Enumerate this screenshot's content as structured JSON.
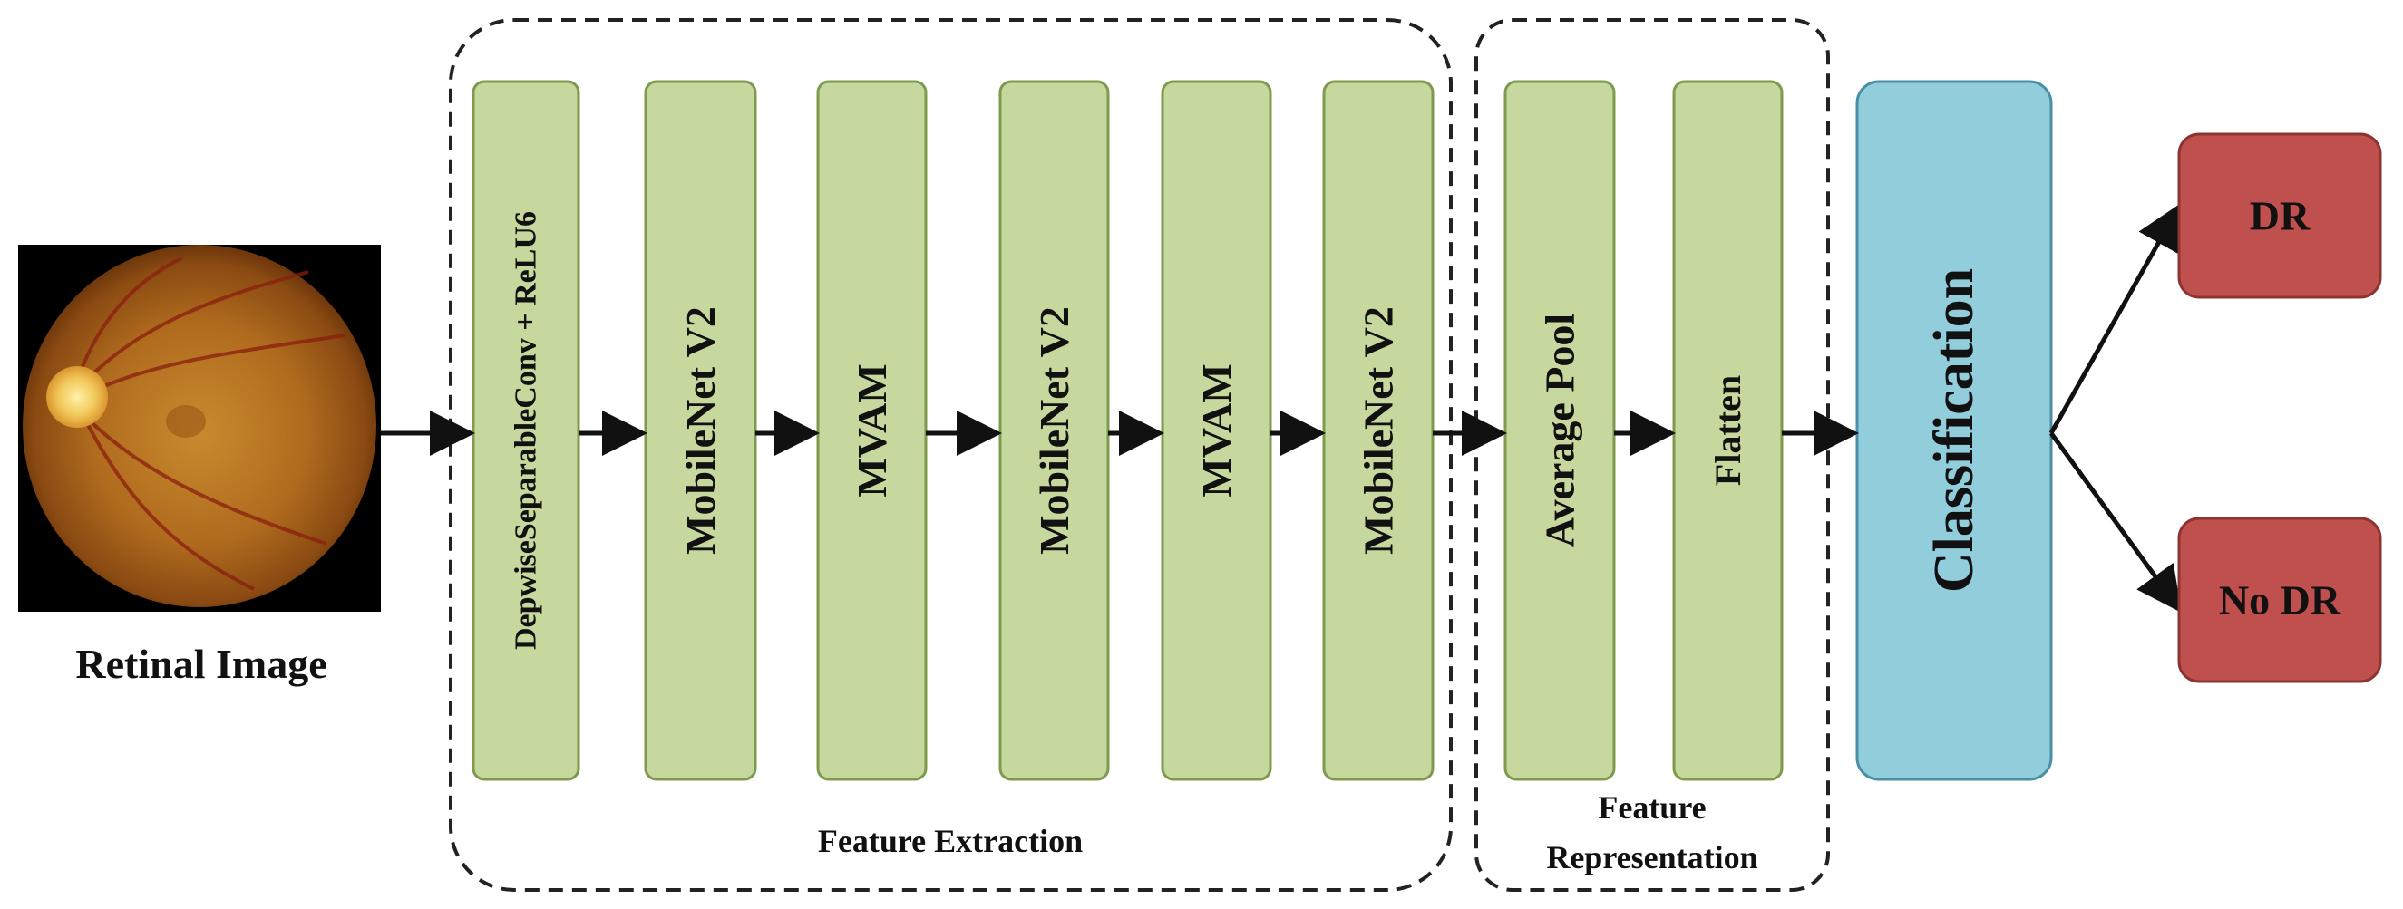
{
  "input": {
    "label": "Retinal Image"
  },
  "groups": {
    "feature_extraction": "Feature Extraction",
    "feature_representation_line1": "Feature",
    "feature_representation_line2": "Representation"
  },
  "blocks": [
    {
      "id": "dsconv",
      "label": "DepwiseSeparableConv + ReLU6"
    },
    {
      "id": "mobilenet-1",
      "label": "MobileNet V2"
    },
    {
      "id": "mvam-1",
      "label": "MVAM"
    },
    {
      "id": "mobilenet-2",
      "label": "MobileNet V2"
    },
    {
      "id": "mvam-2",
      "label": "MVAM"
    },
    {
      "id": "mobilenet-3",
      "label": "MobileNet V2"
    },
    {
      "id": "avgpool",
      "label": "Average Pool"
    },
    {
      "id": "flatten",
      "label": "Flatten"
    },
    {
      "id": "classification",
      "label": "Classification"
    }
  ],
  "outputs": [
    {
      "id": "dr",
      "label": "DR"
    },
    {
      "id": "no-dr",
      "label": "No DR"
    }
  ],
  "colors": {
    "block_fill": "#c6d89e",
    "block_stroke": "#7f9a4e",
    "classification_fill": "#92cddc",
    "classification_stroke": "#4a8fa3",
    "output_fill": "#c0504d",
    "output_stroke": "#8c3431"
  }
}
